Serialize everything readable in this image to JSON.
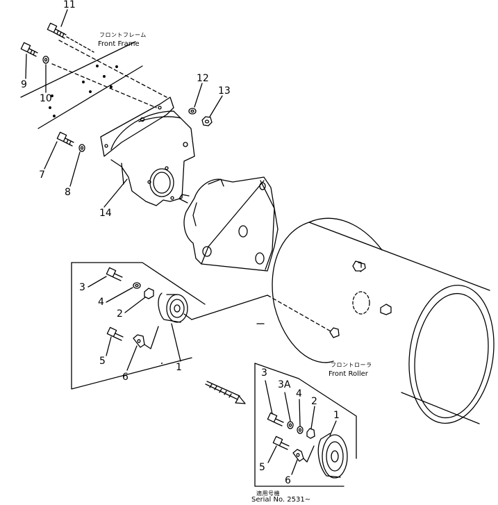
{
  "captions": {
    "front_frame_jp": "フロントフレーム",
    "front_frame_en": "Front Frame",
    "front_roller_jp": "フロントローラ",
    "front_roller_en": "Front Roller",
    "serial_jp": "適用号機",
    "serial_en": "Serial No. 2531~"
  },
  "callouts": {
    "c11": "11",
    "c9": "9",
    "c10": "10",
    "c12": "12",
    "c13": "13",
    "c7": "7",
    "c8": "8",
    "c14": "14",
    "a3": "3",
    "a4": "4",
    "a2": "2",
    "a5": "5",
    "a6": "6",
    "a1": "1",
    "b3": "3",
    "b3a": "3A",
    "b4": "4",
    "b2": "2",
    "b1": "1",
    "b5": "5",
    "b6": "6"
  }
}
